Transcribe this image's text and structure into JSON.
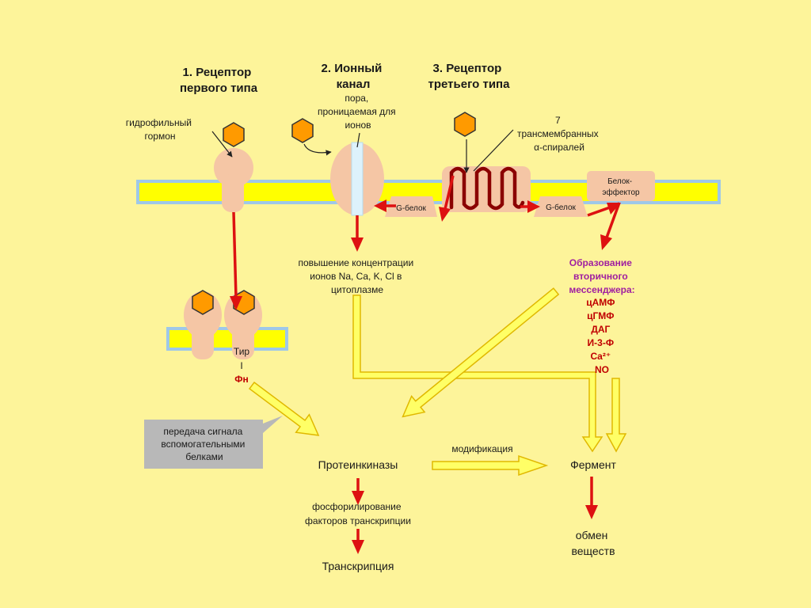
{
  "colors": {
    "background": "#fdf49a",
    "membrane_fill": "#ffff00",
    "membrane_border": "#9fc8e8",
    "receptor": "#f5c6a5",
    "hormone": "#ff9a00",
    "red_arrow": "#dd1111",
    "yellow_arrow": "#ffff66",
    "helix": "#8b0000",
    "secondary_messenger": "#a01ea0",
    "callout": "#b8b8b8"
  },
  "labels": {
    "receptor1_title": [
      "1. Рецептор",
      "первого типа"
    ],
    "ion_channel_title": [
      "2. Ионный",
      "канал"
    ],
    "receptor3_title": [
      "3. Рецептор",
      "третьего типа"
    ],
    "hydrophilic_hormone": [
      "гидрофильный",
      "гормон"
    ],
    "pore": [
      "пора,",
      "проницаемая для",
      "ионов"
    ],
    "transmembrane": [
      "7",
      "трансмембранных",
      "α-спиралей"
    ],
    "g_protein": "G-белок",
    "effector": [
      "Белок-",
      "эффектор"
    ],
    "ion_increase": [
      "повышение концентрации",
      "ионов Na, Ca, K, Cl в",
      "цитоплазме"
    ],
    "second_messenger_title": [
      "Образование",
      "вторичного",
      "мессенджера:"
    ],
    "messengers": [
      "цАМФ",
      "цГМФ",
      "ДАГ",
      "И-3-Ф",
      "Ca²⁺",
      "NO"
    ],
    "tyr": "Тир",
    "tyr_bar": "I",
    "phos": "Фн",
    "callout": [
      "передача сигнала",
      "вспомогательными",
      "белками"
    ],
    "protein_kinases": "Протеинкиназы",
    "modification": "модификация",
    "enzyme": "Фермент",
    "phosphorylation": [
      "фосфорилирование",
      "факторов транскрипции"
    ],
    "metabolism": [
      "обмен",
      "веществ"
    ],
    "transcription": "Транскрипция"
  }
}
